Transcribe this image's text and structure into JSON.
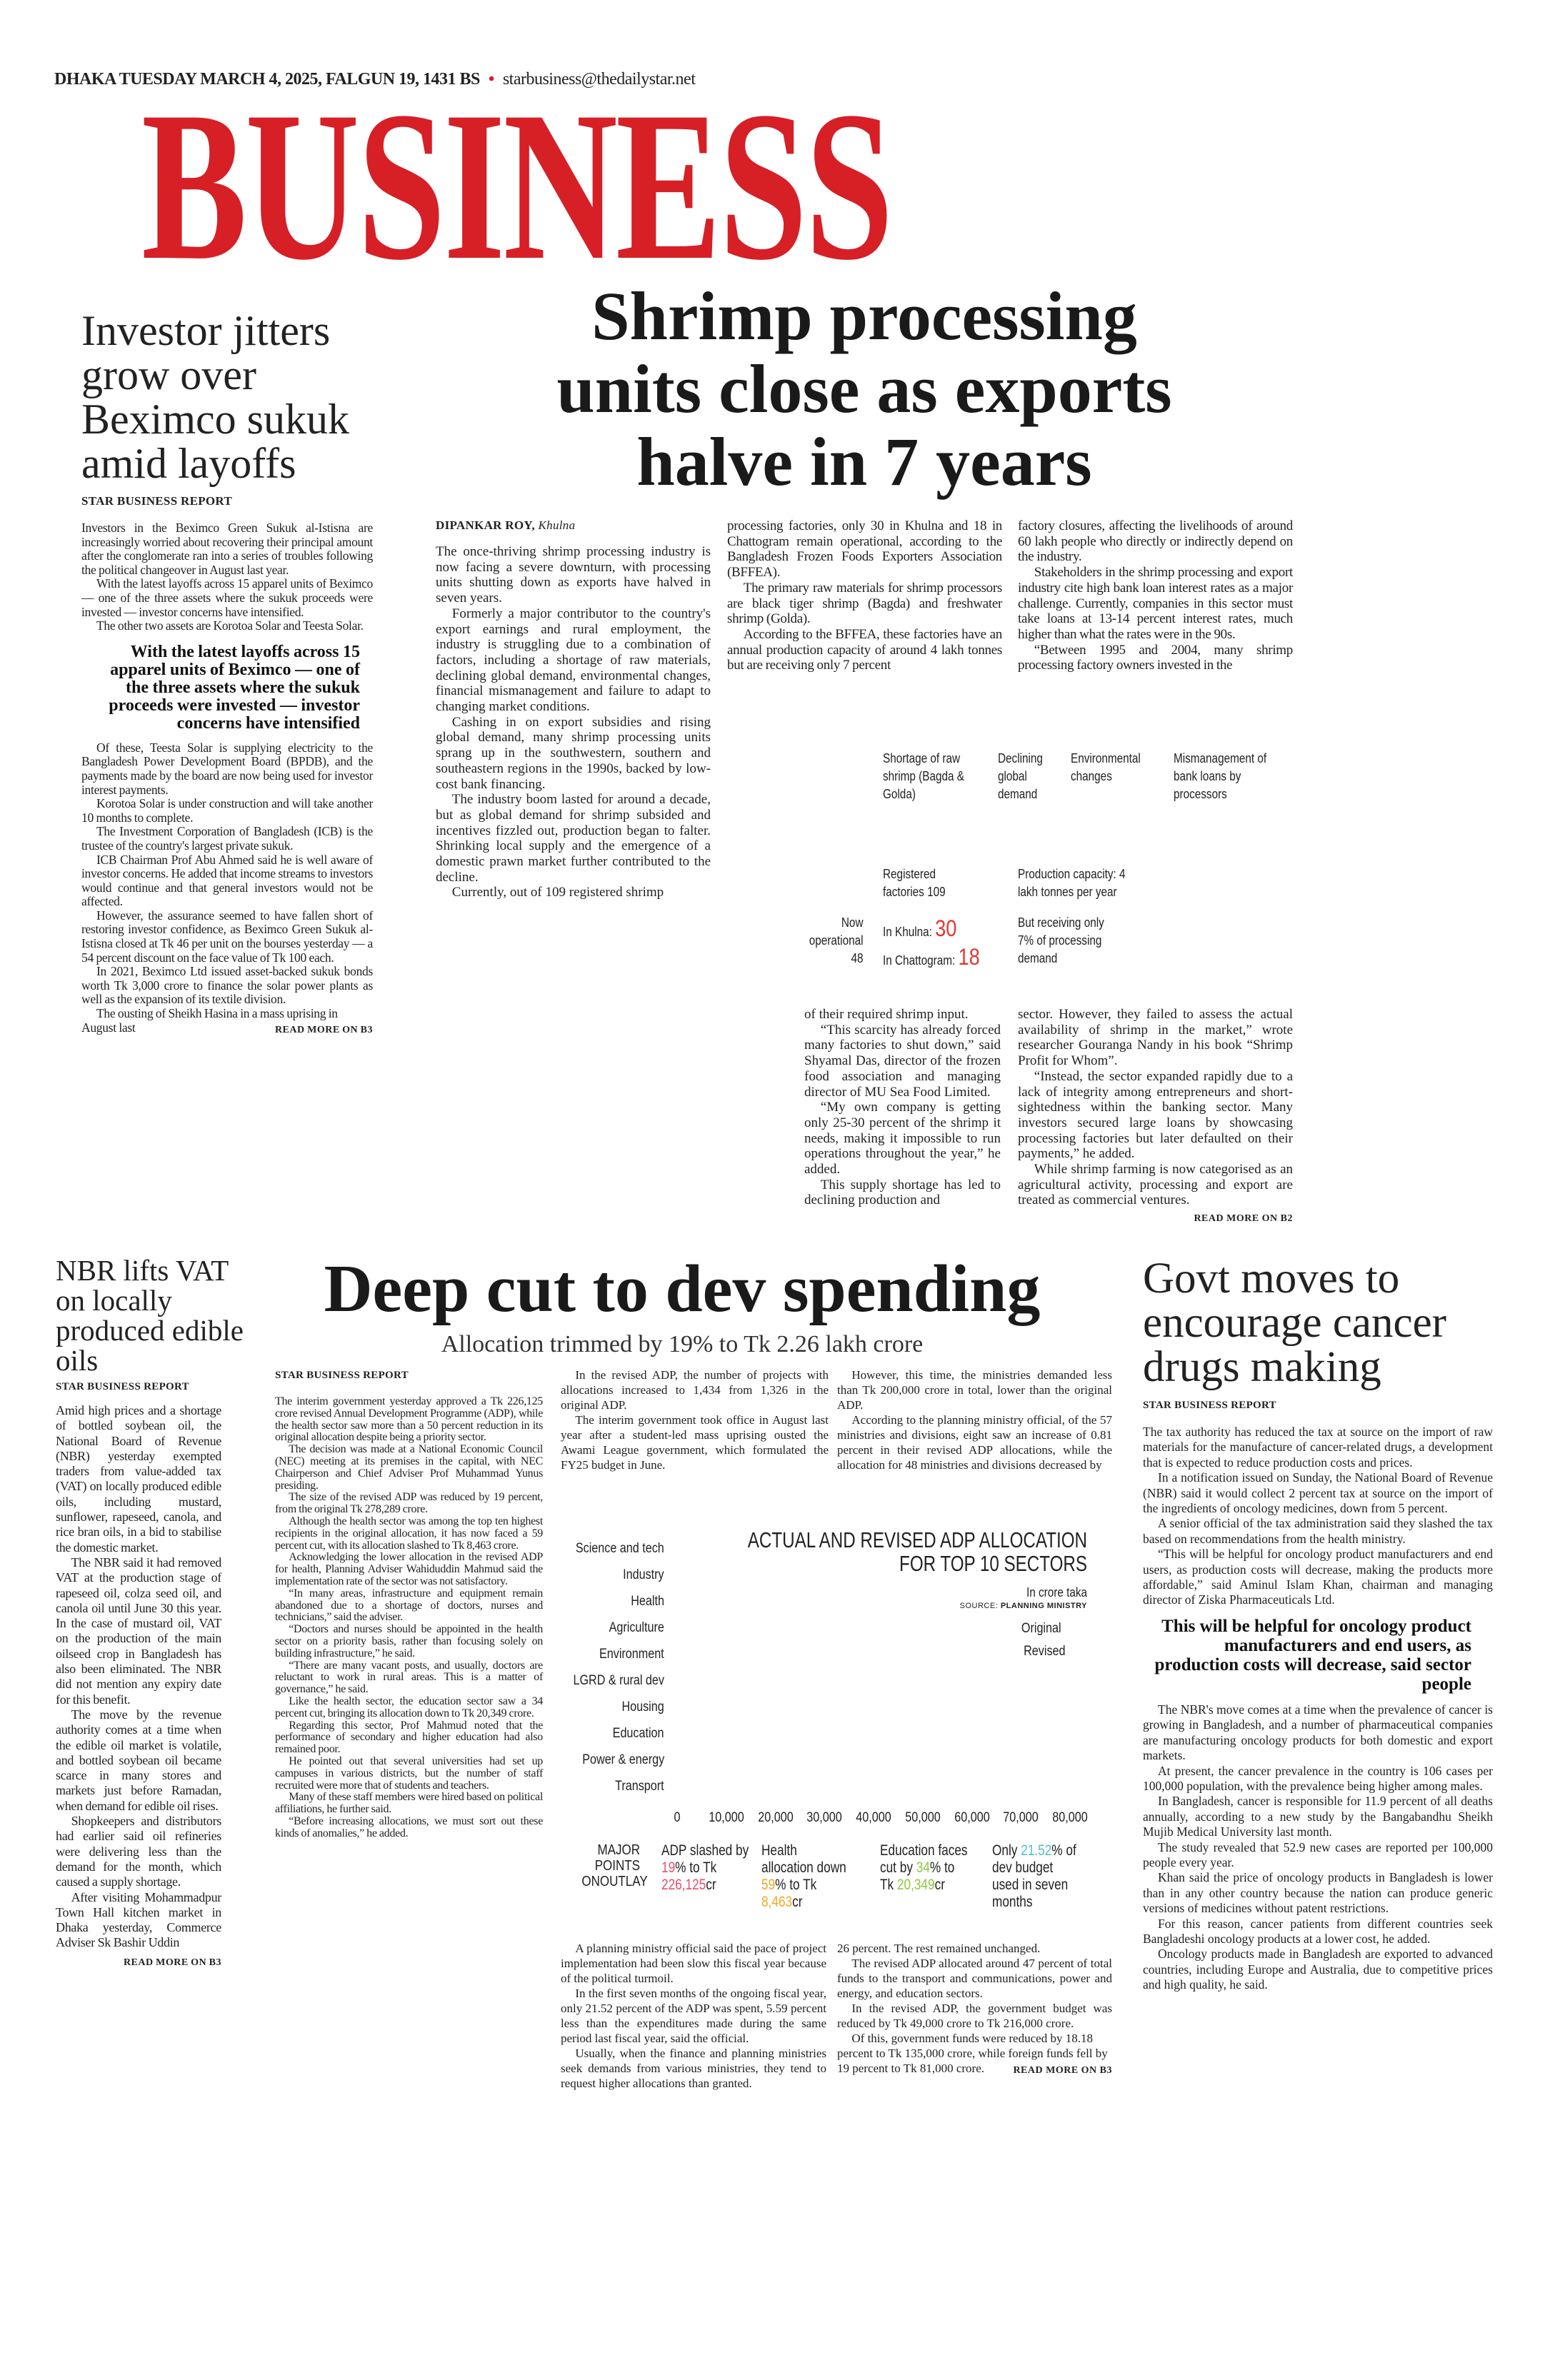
{
  "masthead": {
    "dateline": "DHAKA TUESDAY MARCH 4, 2025, FALGUN 19, 1431 BS",
    "email": "starbusiness@thedailystar.net",
    "title": "BUSINESS",
    "colors": {
      "brand": "#d71f26"
    }
  },
  "beximco": {
    "headline": "Investor jitters grow over Beximco sukuk amid layoffs",
    "byline": "STAR BUSINESS REPORT",
    "body": [
      "Investors in the Beximco Green Sukuk al-Istisna are increasingly worried about recovering their principal amount after the conglomerate ran into a series of troubles following the political changeover in August last year.",
      "With the latest layoffs across 15 apparel units of Beximco — one of the three assets where the sukuk proceeds were invested — investor concerns have intensified.",
      "The other two assets are Korotoa Solar and Teesta Solar."
    ],
    "quote": "With the latest layoffs across 15 apparel units of Beximco — one of the three assets where the sukuk proceeds were invested — investor concerns have intensified",
    "body2": [
      "Of these, Teesta Solar is supplying electricity to the Bangladesh Power Development Board (BPDB), and the payments made by the board are now being used for investor interest payments.",
      "Korotoa Solar is under construction and will take another 10 months to complete.",
      "The Investment Corporation of Bangladesh (ICB) is the trustee of the country's largest private sukuk.",
      "ICB Chairman Prof Abu Ahmed said he is well aware of investor concerns. He added that income streams to investors would continue and that general investors would not be affected.",
      "However, the assurance seemed to have fallen short of restoring investor confidence, as Beximco Green Sukuk al-Istisna closed at Tk 46 per unit on the bourses yesterday — a 54 percent discount on the face value of Tk 100 each.",
      "In 2021, Beximco Ltd issued asset-backed sukuk bonds worth Tk 3,000 crore to finance the solar power plants as well as the expansion of its textile division.",
      "The ousting of Sheikh Hasina in a mass uprising in August last"
    ],
    "read_more": "READ MORE ON B3"
  },
  "shrimp": {
    "headline": [
      "Shrimp processing",
      "units close as exports",
      "halve in 7 years"
    ],
    "byline": "DIPANKAR ROY,",
    "location": "Khulna",
    "col1": [
      "The once-thriving shrimp processing industry is now facing a severe downturn, with processing units shutting down as exports have halved in seven years.",
      "Formerly a major contributor to the country's export earnings and rural employment, the industry is struggling due to a combination of factors, including a shortage of raw materials, declining global demand, environmental changes, financial mismanagement and failure to adapt to changing market conditions.",
      "Cashing in on export subsidies and rising global demand, many shrimp processing units sprang up in the southwestern, southern and southeastern regions in the 1990s, backed by low-cost bank financing.",
      "The industry boom lasted for around a decade, but as global demand for shrimp subsided and incentives fizzled out, production began to falter. Shrinking local supply and the emergence of a domestic prawn market further contributed to the decline.",
      "Currently, out of 109 registered shrimp"
    ],
    "col2": [
      "processing factories, only 30 in Khulna and 18 in Chattogram remain operational, according to the Bangladesh Frozen Foods Exporters Association (BFFEA).",
      "The primary raw materials for shrimp processors are black tiger shrimp (Bagda) and freshwater shrimp (Golda).",
      "According to the BFFEA, these factories have an annual production capacity of around 4 lakh tonnes but are receiving only 7 percent"
    ],
    "col3": [
      "factory closures, affecting the livelihoods of around 60 lakh people who directly or indirectly depend on the industry.",
      "Stakeholders in the shrimp processing and export industry cite high bank loan interest rates as a major challenge. Currently, companies in this sector must take loans at 13-14 percent interest rates, much higher than what the rates were in the 90s.",
      "“Between 1995 and 2004, many shrimp processing factory owners invested in the"
    ],
    "col2b": [
      "of their required shrimp input.",
      "“This scarcity has already forced many factories to shut down,” said Shyamal Das, director of the frozen food association and managing director of MU Sea Food Limited.",
      "“My own company is getting only 25-30 percent of the shrimp it needs, making it impossible to run operations throughout the year,” he added.",
      "This supply shortage has led to declining production and"
    ],
    "col3b": [
      "sector. However, they failed to assess the actual availability of shrimp in the market,” wrote researcher Gouranga Nandy in his book “Shrimp Profit for Whom”.",
      "“Instead, the sector expanded rapidly due to a lack of integrity among entrepreneurs and short-sightedness within the banking sector. Many investors secured large loans by showcasing processing factories but later defaulted on their payments,” he added.",
      "While shrimp farming is now categorised as an agricultural activity, processing and export are treated as commercial ventures."
    ],
    "read_more": "READ MORE ON B2",
    "infographic": {
      "causes": [
        "Shortage of raw shrimp (Bagda & Golda)",
        "Declining global demand",
        "Environmental changes",
        "Mismanagement of bank loans by processors"
      ],
      "registered": "Registered factories 109",
      "capacity": "Production capacity: 4 lakh tonnes per year",
      "now_operational": "Now operational 48",
      "khulna_label": "In Khulna:",
      "khulna_value": "30",
      "ctg_label": "In Chattogram:",
      "ctg_value": "18",
      "receiving": "But receiving only 7% of processing demand"
    }
  },
  "nbr": {
    "headline": "NBR lifts VAT on locally produced edible oils",
    "byline": "STAR BUSINESS REPORT",
    "body": [
      "Amid high prices and a shortage of bottled soybean oil, the National Board of Revenue (NBR) yesterday exempted traders from value-added tax (VAT) on locally produced edible oils, including mustard, sunflower, rapeseed, canola, and rice bran oils, in a bid to stabilise the domestic market.",
      "The NBR said it had removed VAT at the production stage of rapeseed oil, colza seed oil, and canola oil until June 30 this year. In the case of mustard oil, VAT on the production of the main oilseed crop in Bangladesh has also been eliminated. The NBR did not mention any expiry date for this benefit.",
      "The move by the revenue authority comes at a time when the edible oil market is volatile, and bottled soybean oil became scarce in many stores and markets just before Ramadan, when demand for edible oil rises.",
      "Shopkeepers and distributors had earlier said oil refineries were delivering less than the demand for the month, which caused a supply shortage.",
      "After visiting Mohammadpur Town Hall kitchen market in Dhaka yesterday, Commerce Adviser Sk Bashir Uddin"
    ],
    "read_more": "READ MORE ON B3"
  },
  "adp": {
    "headline": "Deep cut to dev spending",
    "subhead": "Allocation trimmed by 19% to Tk 2.26 lakh crore",
    "byline": "STAR BUSINESS REPORT",
    "col1": [
      "The interim government yesterday approved a Tk 226,125 crore revised Annual Development Programme (ADP), while the health sector saw more than a 50 percent reduction in its original allocation despite being a priority sector.",
      "The decision was made at a National Economic Council (NEC) meeting at its premises in the capital, with NEC Chairperson and Chief Adviser Prof Muhammad Yunus presiding.",
      "The size of the revised ADP was reduced by 19 percent, from the original Tk 278,289 crore.",
      "Although the health sector was among the top ten highest recipients in the original allocation, it has now faced a 59 percent cut, with its allocation slashed to Tk 8,463 crore.",
      "Acknowledging the lower allocation in the revised ADP for health, Planning Adviser Wahiduddin Mahmud said the implementation rate of the sector was not satisfactory.",
      "“In many areas, infrastructure and equipment remain abandoned due to a shortage of doctors, nurses and technicians,” said the adviser.",
      "“Doctors and nurses should be appointed in the health sector on a priority basis, rather than focusing solely on building infrastructure,” he said.",
      "“There are many vacant posts, and usually, doctors are reluctant to work in rural areas. This is a matter of governance,” he said.",
      "Like the health sector, the education sector saw a 34 percent cut, bringing its allocation down to Tk 20,349 crore.",
      "Regarding this sector, Prof Mahmud noted that the performance of secondary and higher education had also remained poor.",
      "He pointed out that several universities had set up campuses in various districts, but the number of staff recruited were more that of students and teachers.",
      "Many of these staff members were hired based on political affiliations, he further said.",
      "“Before increasing allocations, we must sort out these kinds of anomalies,” he added."
    ],
    "col2": [
      "In the revised ADP, the number of projects with allocations increased to 1,434 from 1,326 in the original ADP.",
      "The interim government took office in August last year after a student-led mass uprising ousted the Awami League government, which formulated the FY25 budget in June."
    ],
    "col3": [
      "However, this time, the ministries demanded less than Tk 200,000 crore in total, lower than the original ADP.",
      "According to the planning ministry official, of the 57 ministries and divisions, eight saw an increase of 0.81 percent in their revised ADP allocations, while the allocation for 48 ministries and divisions decreased by"
    ],
    "col2b": [
      "A planning ministry official said the pace of project implementation had been slow this fiscal year because of the political turmoil.",
      "In the first seven months of the ongoing fiscal year, only 21.52 percent of the ADP was spent, 5.59 percent less than the expenditures made during the same period last fiscal year, said the official.",
      "Usually, when the finance and planning ministries seek demands from various ministries, they tend to request higher allocations than granted."
    ],
    "col3b": [
      "26 percent. The rest remained unchanged.",
      "The revised ADP allocated around 47 percent of total funds to the transport and communications, power and energy, and education sectors.",
      "In the revised ADP, the government budget was reduced by Tk 49,000 crore to Tk 216,000 crore.",
      "Of this, government funds were reduced by 18.18 percent to Tk 135,000 crore, while foreign funds fell by 19 percent to Tk 81,000 crore."
    ],
    "read_more": "READ MORE ON B3",
    "major_points": {
      "label": "MAJOR POINTS ONOUTLAY",
      "items": [
        {
          "pre": "ADP slashed by ",
          "pct": "19",
          "mid": "% to Tk ",
          "val": "226,125",
          "post": "cr",
          "color": "#e8506a"
        },
        {
          "pre": "Health allocation down ",
          "pct": "59",
          "mid": "% to Tk ",
          "val": "8,463",
          "post": "cr",
          "color": "#f5a623"
        },
        {
          "pre": "Education faces cut by ",
          "pct": "34",
          "mid": "% to Tk ",
          "val": "20,349",
          "post": "cr",
          "color": "#8cc63f"
        },
        {
          "pre": "Only ",
          "pct": "21.52",
          "mid": "% of dev budget used in seven months",
          "val": "",
          "post": "",
          "color": "#4fc1c1"
        }
      ]
    }
  },
  "chart_data": {
    "type": "bar",
    "title": "ACTUAL AND REVISED ADP ALLOCATION FOR TOP 10 SECTORS",
    "unit": "In crore taka",
    "source_label": "SOURCE:",
    "source": "PLANNING MINISTRY",
    "categories": [
      "Science and tech",
      "Industry",
      "Health",
      "Agriculture",
      "Environment",
      "LGRD & rural dev",
      "Housing",
      "Education",
      "Power & energy",
      "Transport"
    ],
    "legend": [
      "Original",
      "Revised"
    ],
    "xticks": [
      "0",
      "10,000",
      "20,000",
      "30,000",
      "40,000",
      "50,000",
      "60,000",
      "70,000",
      "80,000"
    ],
    "xlim": [
      0,
      80000
    ],
    "orientation": "horizontal"
  },
  "cancer": {
    "headline": "Govt moves to encourage cancer drugs making",
    "byline": "STAR BUSINESS REPORT",
    "body": [
      "The tax authority has reduced the tax at source on the import of raw materials for the manufacture of cancer-related drugs, a development that is expected to reduce production costs and prices.",
      "In a notification issued on Sunday, the National Board of Revenue (NBR) said it would collect 2 percent tax at source on the import of the ingredients of oncology medicines, down from 5 percent.",
      "A senior official of the tax administration said they slashed the tax based on recommendations from the health ministry.",
      "“This will be helpful for oncology product manufacturers and end users, as production costs will decrease, making the products more affordable,” said Aminul Islam Khan, chairman and managing director of Ziska Pharmaceuticals Ltd."
    ],
    "quote": "This will be helpful for oncology product manufacturers and end users, as production costs will decrease, said sector people",
    "body2": [
      "The NBR's move comes at a time when the prevalence of cancer is growing in Bangladesh, and a number of pharmaceutical companies are manufacturing oncology products for both domestic and export markets.",
      "At present, the cancer prevalence in the country is 106 cases per 100,000 population, with the prevalence being higher among males.",
      "In Bangladesh, cancer is responsible for 11.9 percent of all deaths annually, according to a new study by the Bangabandhu Sheikh Mujib Medical University last month.",
      "The study revealed that 52.9 new cases are reported per 100,000 people every year.",
      "Khan said the price of oncology products in Bangladesh is lower than in any other country because the nation can produce generic versions of medicines without patent restrictions.",
      "For this reason, cancer patients from different countries seek Bangladeshi oncology products at a lower cost, he added.",
      "Oncology products made in Bangladesh are exported to advanced countries, including Europe and Australia, due to competitive prices and high quality, he said."
    ]
  }
}
